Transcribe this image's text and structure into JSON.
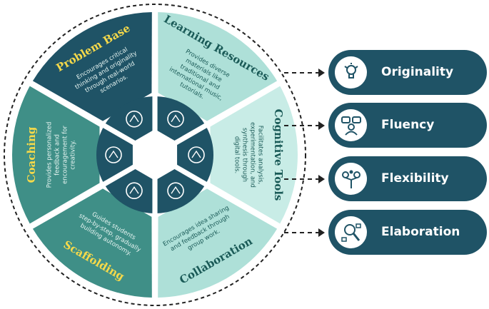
{
  "colors": {
    "dark": "#1f5366",
    "mid": "#3f8f87",
    "mint": "#aee0d8",
    "light_mint": "#c8ece6",
    "yellow": "#f5d94a",
    "text_dark": "#1a5a57"
  },
  "wheel": {
    "segments": [
      {
        "title": "Learning Resources",
        "desc": "Provides diverse materials like traditional and international music, tutorials.",
        "icon": "book-icon"
      },
      {
        "title": "Cognitive Tools",
        "desc": "Facilitates analysis, experimentation, and synthesis through digital tools.",
        "icon": "network-hands-icon"
      },
      {
        "title": "Collaboration",
        "desc": "Encourages idea sharing and feedback through group work.",
        "icon": "team-network-icon"
      },
      {
        "title": "Scaffolding",
        "desc": "Guides students step-by-step, gradually building autonomy.",
        "icon": "stairs-climb-icon"
      },
      {
        "title": "Coaching",
        "desc": "Provides personalized feedback and encouragement for creativity.",
        "icon": "teacher-student-icon"
      },
      {
        "title": "Problem Base",
        "desc": "Encourages critical thinking and originality through real-world scenarios.",
        "icon": "thinking-person-icon"
      }
    ]
  },
  "outcomes": [
    {
      "label": "Originality",
      "icon": "lightbulb-head-icon"
    },
    {
      "label": "Fluency",
      "icon": "speech-bubbles-person-icon"
    },
    {
      "label": "Flexibility",
      "icon": "gears-branching-icon"
    },
    {
      "label": "Elaboration",
      "icon": "magnifier-network-icon"
    }
  ]
}
